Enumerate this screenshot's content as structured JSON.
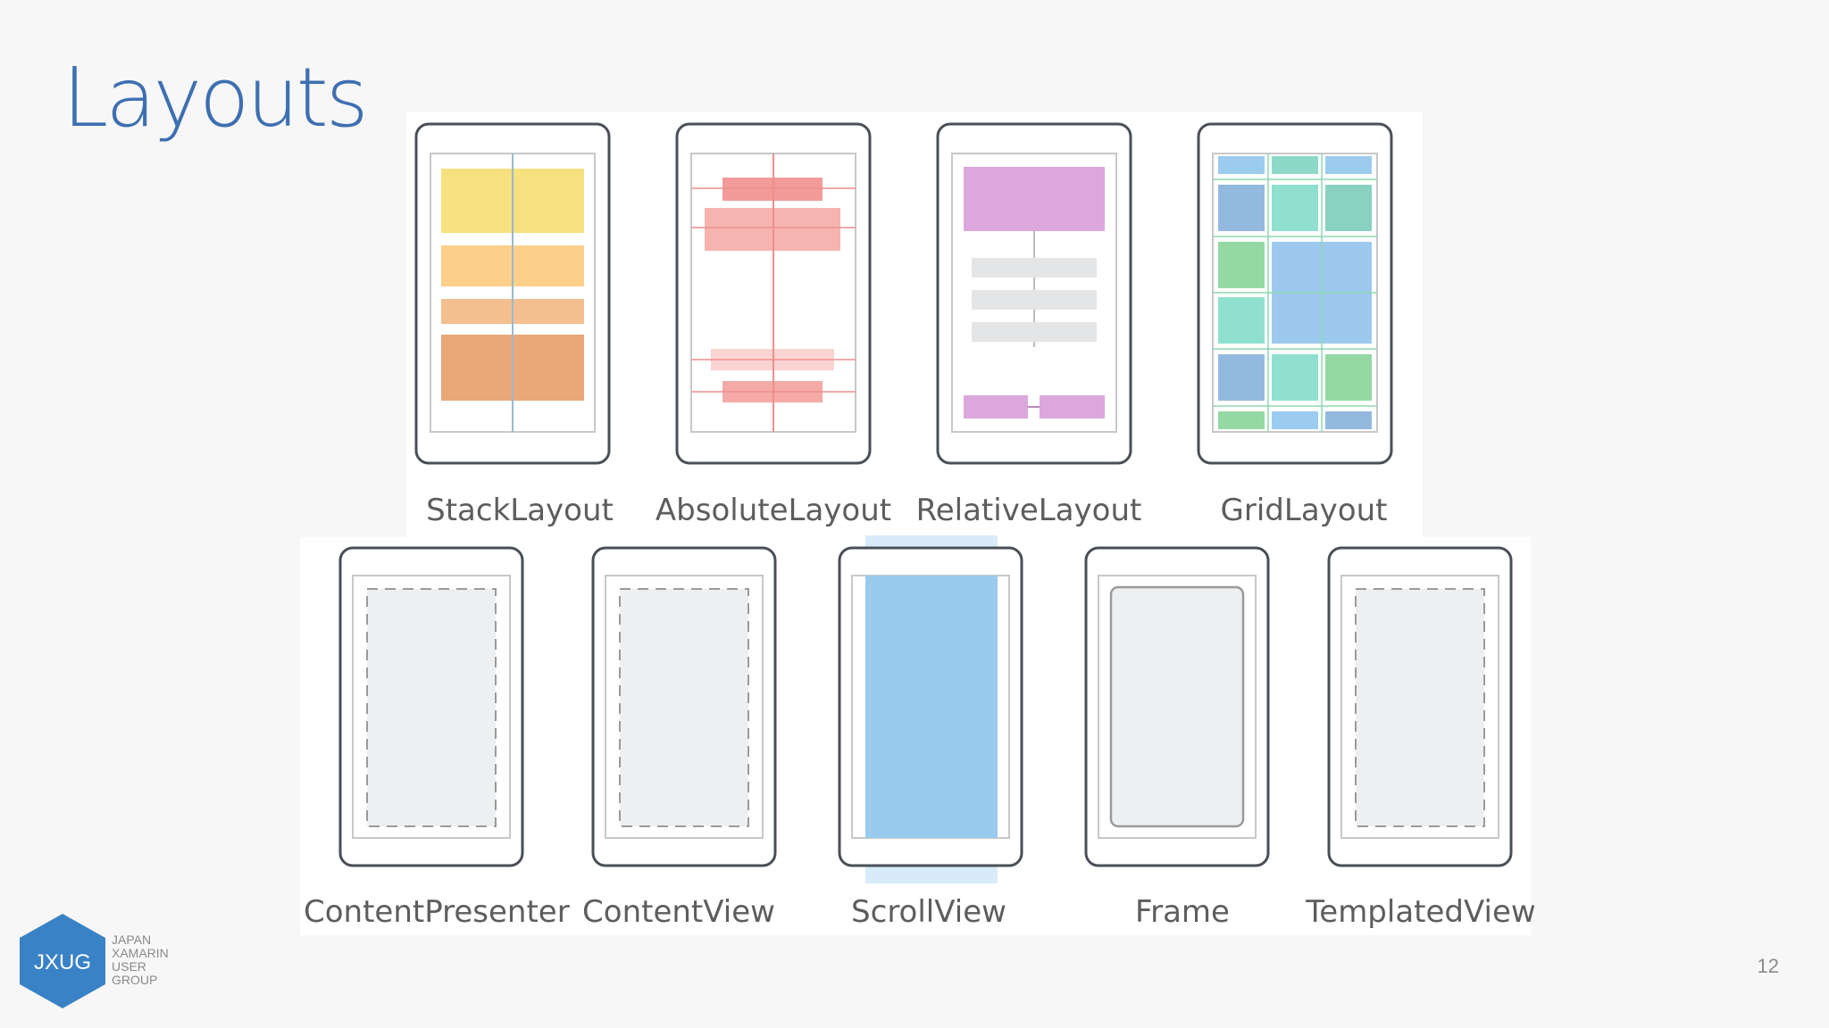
{
  "slide": {
    "title": "Layouts",
    "page_number": "12"
  },
  "layouts_row": [
    {
      "id": "stack",
      "label": "StackLayout"
    },
    {
      "id": "absolute",
      "label": "AbsoluteLayout"
    },
    {
      "id": "relative",
      "label": "RelativeLayout"
    },
    {
      "id": "grid",
      "label": "GridLayout"
    }
  ],
  "views_row": [
    {
      "id": "content-presenter",
      "label": "ContentPresenter"
    },
    {
      "id": "content-view",
      "label": "ContentView"
    },
    {
      "id": "scroll-view",
      "label": "ScrollView"
    },
    {
      "id": "frame",
      "label": "Frame"
    },
    {
      "id": "templated-view",
      "label": "TemplatedView"
    }
  ],
  "logo": {
    "mark": "JXUG",
    "lines": [
      "JAPAN",
      "XAMARIN",
      "USER",
      "GROUP"
    ],
    "color": "#3a82c6"
  },
  "colors": {
    "title": "#3e6fb0",
    "device_outline": "#4a4f57",
    "scroll_blue": "#99cbee"
  }
}
